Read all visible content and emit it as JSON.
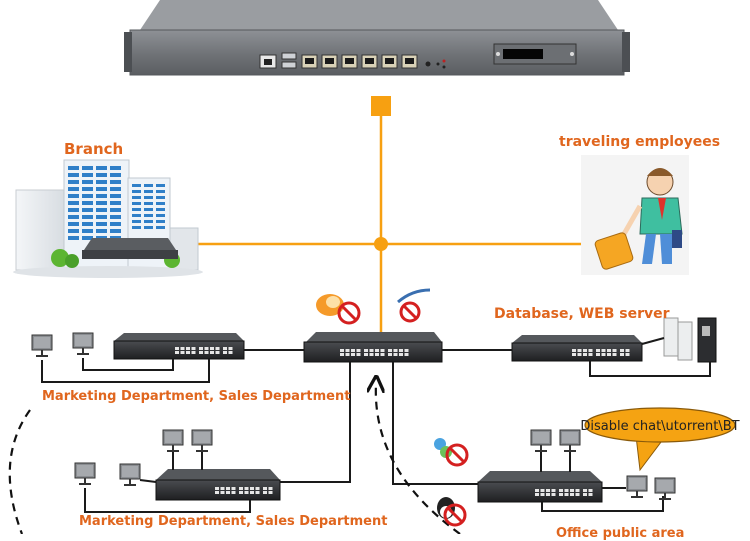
{
  "colors": {
    "accent_orange": "#f7a011",
    "label_orange": "#e0661e",
    "line_black": "#1a1a1a",
    "device_gray": "#7b7e82",
    "switch_dark": "#2b2d30"
  },
  "diagram": {
    "top_device": {
      "name": "firewall-appliance",
      "ports_lan": 6,
      "ports_usb": 2,
      "ports_console": 1
    },
    "nodes": {
      "branch": {
        "label": "Branch"
      },
      "traveling": {
        "label": "traveling employees"
      },
      "server": {
        "label": "Database, WEB server"
      },
      "dept1": {
        "label": "Marketing Department, Sales Department"
      },
      "dept2": {
        "label": "Marketing Department, Sales Department"
      },
      "office": {
        "label": "Office public area"
      }
    },
    "callout": {
      "text": "Disable chat\\utorrent\\BT"
    },
    "blocked_apps": [
      "chat-app-blocked",
      "browser-blocked",
      "messenger-blocked",
      "qq-blocked"
    ]
  }
}
